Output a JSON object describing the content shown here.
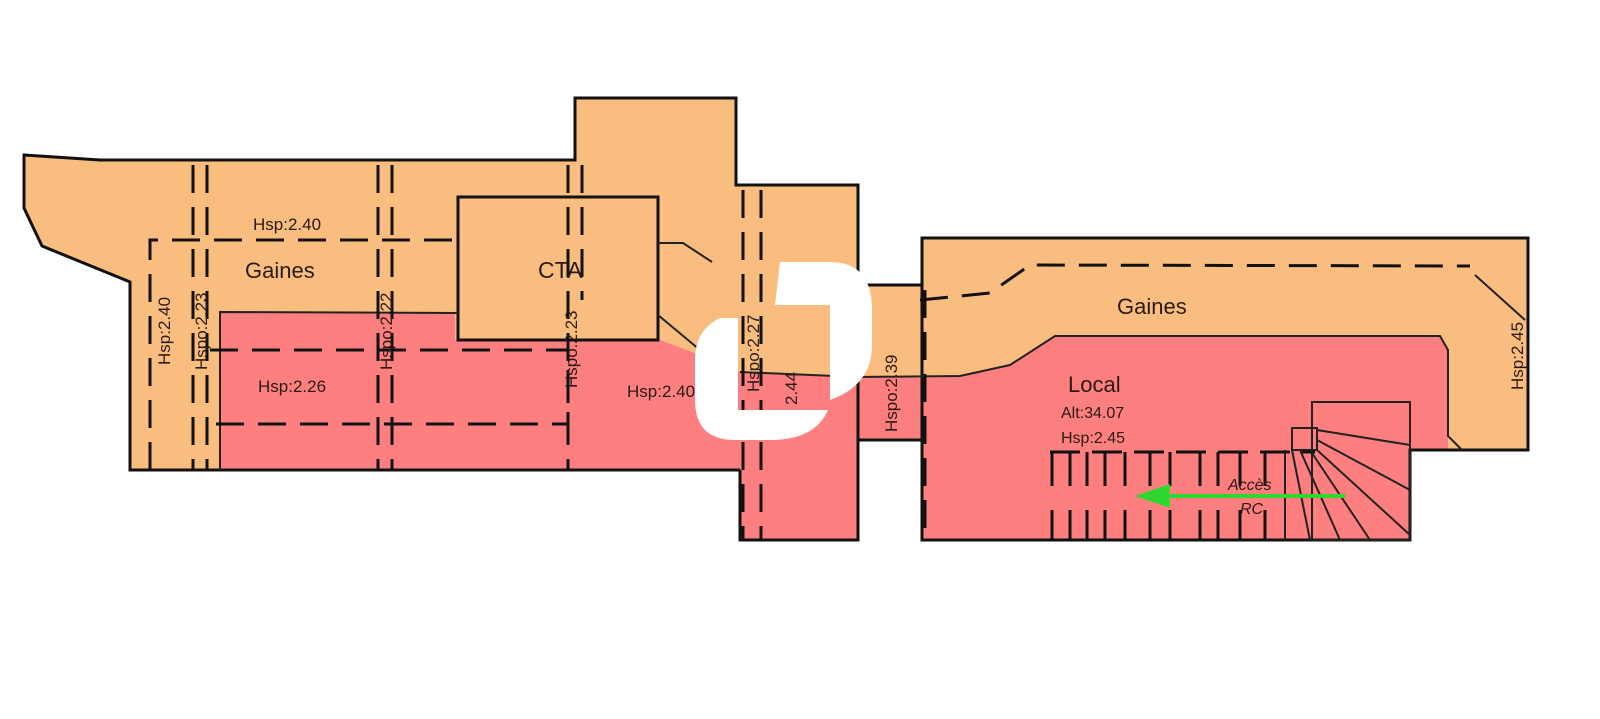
{
  "colors": {
    "gaines_zone": "#f9bd7f",
    "local_zone": "#fd7f7f",
    "walls": "#111111",
    "access_arrow": "#2ed82e"
  },
  "labels": {
    "gaines_left": "Gaines",
    "cta": "CTA",
    "gaines_right": "Gaines",
    "local": "Local",
    "local_alt": "Alt:34.07",
    "local_hsp": "Hsp:2.45",
    "hsp_top_left": "Hsp:2.40",
    "hsp_left_vertical": "Hsp:2.40",
    "hspo_left": "Hspo:2.23",
    "hspo_mid_left": "Hspo:2.22",
    "hspo_cta": "Hspo:2.23",
    "hsp_red_left": "Hsp:2.26",
    "hsp_red_center": "Hsp:2.40",
    "hspo_column": "Hspo:2.27",
    "column_value": "2.44",
    "hspo_connector": "Hspo:2.39",
    "hsp_right_vertical": "Hsp:2.45",
    "access_line1": "Accès",
    "access_line2": "RC"
  }
}
